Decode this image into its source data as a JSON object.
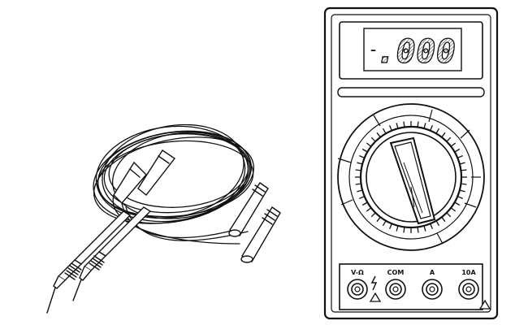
{
  "display": {
    "minus_sign": "–",
    "reading": ".000"
  },
  "jacks": [
    {
      "label": "V-Ω"
    },
    {
      "label": "COM"
    },
    {
      "label": "A"
    },
    {
      "label": "10A"
    }
  ],
  "colors": {
    "ink": "#111111",
    "paper": "#ffffff",
    "lcd_hatch": "#444444"
  }
}
